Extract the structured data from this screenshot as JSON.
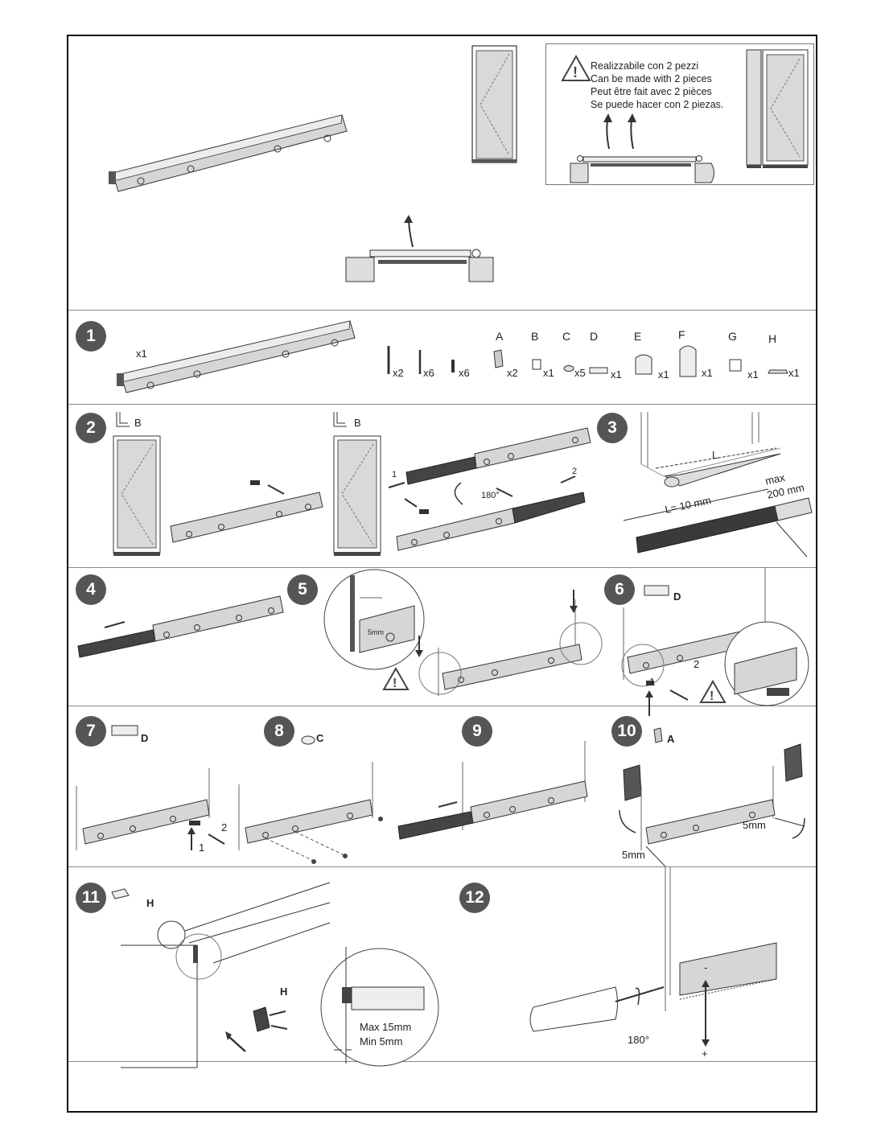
{
  "warning": {
    "lines": [
      "Realizzabile con 2 pezzi",
      "Can be made with 2 pieces",
      "Peut être fait avec 2 pièces",
      "Se puede hacer con 2 piezas."
    ]
  },
  "steps": [
    "1",
    "2",
    "3",
    "4",
    "5",
    "6",
    "7",
    "8",
    "9",
    "10",
    "11",
    "12"
  ],
  "parts": {
    "main_qty": "x1",
    "screw1_qty": "x2",
    "screw2_qty": "x6",
    "screw3_qty": "x6",
    "A": {
      "letter": "A",
      "qty": "x2"
    },
    "B": {
      "letter": "B",
      "qty": "x1"
    },
    "C": {
      "letter": "C",
      "qty": "x5"
    },
    "D": {
      "letter": "D",
      "qty": "x1"
    },
    "E": {
      "letter": "E",
      "qty": "x1"
    },
    "F": {
      "letter": "F",
      "qty": "x1"
    },
    "G": {
      "letter": "G",
      "qty": "x1"
    },
    "H": {
      "letter": "H",
      "qty": "x1"
    }
  },
  "step2": {
    "part_left": "B",
    "part_right": "B",
    "arrow1": "1",
    "arrow2": "2",
    "rotate": "180°"
  },
  "step3": {
    "L": "L",
    "length": "L= 10 mm",
    "max": "max",
    "max_val": "200 mm"
  },
  "step5": {
    "gap": "5mm"
  },
  "step6": {
    "part": "D",
    "arrow1": "1",
    "arrow2": "2"
  },
  "step7": {
    "part": "D",
    "arrow1": "1",
    "arrow2": "2"
  },
  "step8": {
    "part": "C"
  },
  "step10": {
    "part": "A",
    "gap_left": "5mm",
    "gap_right": "5mm"
  },
  "step11": {
    "part": "H",
    "part2": "H",
    "max": "Max 15mm",
    "min": "Min    5mm"
  },
  "step12": {
    "rotate": "180°",
    "minus": "-",
    "plus": "+"
  },
  "colors": {
    "badge": "#555555",
    "bar": "#d6d6d6",
    "dark": "#3a3a3a"
  }
}
